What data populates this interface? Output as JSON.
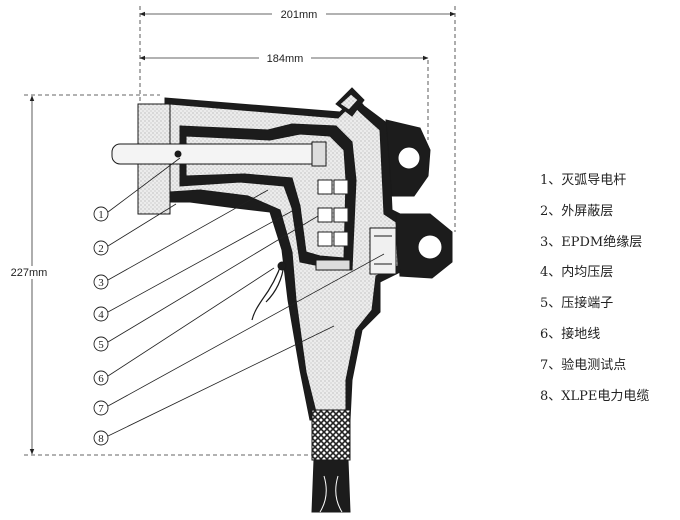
{
  "dimensions": {
    "overall_width": "201mm",
    "inner_width": "184mm",
    "height": "227mm"
  },
  "callout_numbers": [
    "1",
    "2",
    "3",
    "4",
    "5",
    "6",
    "7",
    "8"
  ],
  "legend": [
    "1、灭弧导电杆",
    "2、外屏蔽层",
    "3、EPDM绝缘层",
    "4、内均压层",
    "5、压接端子",
    "6、接地线",
    "7、验电测试点",
    "8、XLPE电力电缆"
  ],
  "colors": {
    "line": "#1a1a1a",
    "shield": "#1c1c1c",
    "insulation": "#e9e9e9",
    "rod": "#f4f4f4"
  }
}
